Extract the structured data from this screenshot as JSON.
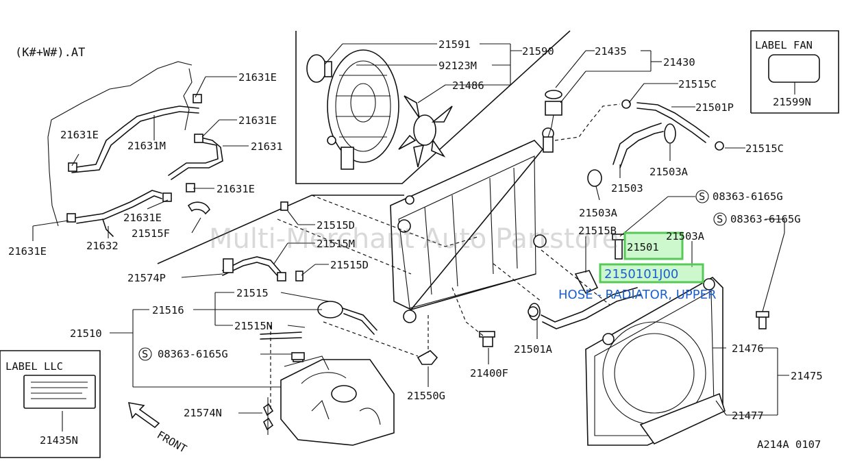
{
  "title_ref": "(K#+W#).AT",
  "diagram_code": "A214A 0107",
  "front_label": "FRONT",
  "watermark": "Multi-Merchant Auto Partstore",
  "highlight": {
    "part_number": "21501",
    "full_number": "2150101J00",
    "description": "HOSE - RADIATOR, UPPER"
  },
  "labels": {
    "l21591": "21591",
    "l21590": "21590",
    "l92123m": "92123M",
    "l21486": "21486",
    "l21435": "21435",
    "l21430": "21430",
    "l21515c_a": "21515C",
    "l21501p": "21501P",
    "l21515c_b": "21515C",
    "l21503a_a": "21503A",
    "l21503": "21503",
    "l21503a_b": "21503A",
    "l08363_a": "08363-6165G",
    "l08363_b": "08363-6165G",
    "l21515b": "21515B",
    "l21503a_c": "21503A",
    "l21631e_1": "21631E",
    "l21631e_2": "21631E",
    "l21631e_3": "21631E",
    "l21631m": "21631M",
    "l21631": "21631",
    "l21631e_4": "21631E",
    "l21631e_5": "21631E",
    "l21515f": "21515F",
    "l21631e_6": "21631E",
    "l21632": "21632",
    "l21515d_a": "21515D",
    "l21515m": "21515M",
    "l21574p": "21574P",
    "l21515d_b": "21515D",
    "l21515": "21515",
    "l21516": "21516",
    "l21515n": "21515N",
    "l21510": "21510",
    "l08363_c": "08363-6165G",
    "l21574n": "21574N",
    "l21400f": "21400F",
    "l21550g": "21550G",
    "l21501a": "21501A",
    "l21476": "21476",
    "l21475": "21475",
    "l21477": "21477",
    "label_fan": "LABEL FAN",
    "l21599n": "21599N",
    "label_llc": "LABEL LLC",
    "l21435n": "21435N",
    "s_symbol": "S"
  },
  "colors": {
    "highlight_fill": "#90ee90",
    "highlight_text": "#1a5fd0",
    "line": "#111111"
  }
}
